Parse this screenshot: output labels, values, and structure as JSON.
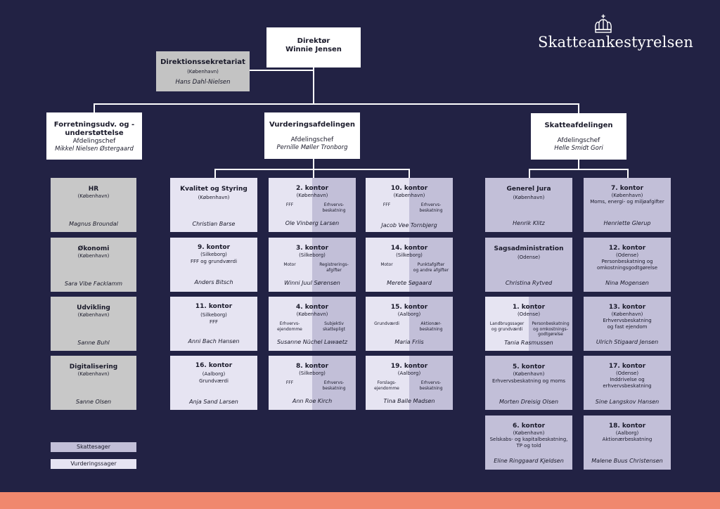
{
  "logo": {
    "text": "Skatteankestyrelsen"
  },
  "director": {
    "title": "Direktør",
    "name": "Winnie Jensen"
  },
  "secretariat": {
    "title": "Direktionssekretariat",
    "city": "(København)",
    "person": "Hans Dahl-Nielsen"
  },
  "departments": [
    {
      "title": "Forretningsudv. og -understøttelse",
      "role": "Afdelingschef",
      "person": "Mikkel Nielsen Østergaard"
    },
    {
      "title": "Vurderingsafdelingen",
      "role": "Afdelingschef",
      "person": "Pernille Møller Tronborg"
    },
    {
      "title": "Skatteafdelingen",
      "role": "Afdelingschef",
      "person": "Helle Smidt Gori"
    }
  ],
  "forretning_units": [
    {
      "title": "HR",
      "city": "(København)",
      "person": "Magnus Broundal"
    },
    {
      "title": "Økonomi",
      "city": "(København)",
      "person": "Sara Vibe Facklamm"
    },
    {
      "title": "Udvikling",
      "city": "(København)",
      "person": "Sanne Buhl"
    },
    {
      "title": "Digitalisering",
      "city": "(København)",
      "person": "Sanne Olsen"
    }
  ],
  "vurdering_col1": [
    {
      "title": "Kvalitet og Styring",
      "city": "(København)",
      "desc": "",
      "person": "Christian Barse"
    },
    {
      "title": "9. kontor",
      "city": "(Silkeborg)",
      "desc": "FFF og grundværdi",
      "person": "Anders Bitsch"
    },
    {
      "title": "11. kontor",
      "city": "(Silkeborg)",
      "desc": "FFF",
      "person": "Anni Bach Hansen"
    },
    {
      "title": "16. kontor",
      "city": "(Aalborg)",
      "desc": "Grundværdi",
      "person": "Anja Sand Larsen"
    }
  ],
  "vurdering_col2": [
    {
      "title": "2. kontor",
      "city": "(København)",
      "left": "FFF",
      "right": "Erhvervs-\nbeskatning",
      "person": "Ole Vinberg Larsen"
    },
    {
      "title": "3. kontor",
      "city": "(Silkeborg)",
      "left": "Motor",
      "right": "Registrerings-\nafgifter",
      "person": "Winni Juul Sørensen"
    },
    {
      "title": "4. kontor",
      "city": "(København)",
      "left": "Erhvervs-\nejendomme",
      "right": "Subjektiv\nskattepligt",
      "person": "Susanne Nüchel Lawaetz"
    },
    {
      "title": "8. kontor",
      "city": "(Silkeborg)",
      "left": "FFF",
      "right": "Erhvervs-\nbeskatning",
      "person": "Ann Roe Kirch"
    }
  ],
  "vurdering_col3": [
    {
      "title": "10. kontor",
      "city": "(København)",
      "left": "FFF",
      "right": "Erhvervs-\nbeskatning",
      "person": "Jacob Vee Tornbjerg"
    },
    {
      "title": "14. kontor",
      "city": "(Silkeborg)",
      "left": "Motor",
      "right": "Punktafgifter\nog andre afgifter",
      "person": "Merete Søgaard"
    },
    {
      "title": "15. kontor",
      "city": "(Aalborg)",
      "left": "Grundværdi",
      "right": "Aktionær-\nbeskatning",
      "person": "Maria Friis"
    },
    {
      "title": "19. kontor",
      "city": "(Aalborg)",
      "left": "Forslags-\nejendomme",
      "right": "Erhvervs-\nbeskatning",
      "person": "Tina Balle Madsen"
    }
  ],
  "skat_col1": [
    {
      "title": "Generel Jura",
      "city": "(København)",
      "desc": "",
      "person": "Henrik Klitz"
    },
    {
      "title": "Sagsadministration",
      "city": "(Odense)",
      "desc": "",
      "person": "Christina Rytved"
    },
    {
      "title": "1. kontor",
      "city": "(Odense)",
      "left": "Landbrugssager\nog grundværdi",
      "right": "Personbeskatning\nog omkostnings-\ngodtgørelse",
      "person": "Tania Rasmussen"
    },
    {
      "title": "5. kontor",
      "city": "(København)",
      "desc": "Erhvervsbeskatning og moms",
      "person": "Morten Dreisig Olsen"
    },
    {
      "title": "6. kontor",
      "city": "(København)",
      "desc": "Selskabs- og kapitalbeskatning,\nTP og told",
      "person": "Eline Ringgaard Kjeldsen"
    }
  ],
  "skat_col2": [
    {
      "title": "7. kontor",
      "city": "(København)",
      "desc": "Moms, energi- og miljøafgifter",
      "person": "Henriette Glerup"
    },
    {
      "title": "12. kontor",
      "city": "(Odense)",
      "desc": "Personbeskatning og\nomkostningsgodtgørelse",
      "person": "Nina Mogensen"
    },
    {
      "title": "13. kontor",
      "city": "(København)",
      "desc": "Erhvervsbeskatning\nog fast ejendom",
      "person": "Ulrich Stigaard Jensen"
    },
    {
      "title": "17. kontor",
      "city": "(Odense)",
      "desc": "Inddrivelse og\nerhvervsbeskatning",
      "person": "Sine Langskov Hansen"
    },
    {
      "title": "18. kontor",
      "city": "(Aalborg)",
      "desc": "Aktionærbeskatning",
      "person": "Malene Buus Christensen"
    }
  ],
  "legend": {
    "dark": "Skattesager",
    "light": "Vurderingssager"
  },
  "colors": {
    "background": "#222244",
    "dark_box": "#c2bfd8",
    "light_box": "#e6e4f2",
    "grey_box": "#c8c8c8",
    "footer": "#f0886e"
  }
}
